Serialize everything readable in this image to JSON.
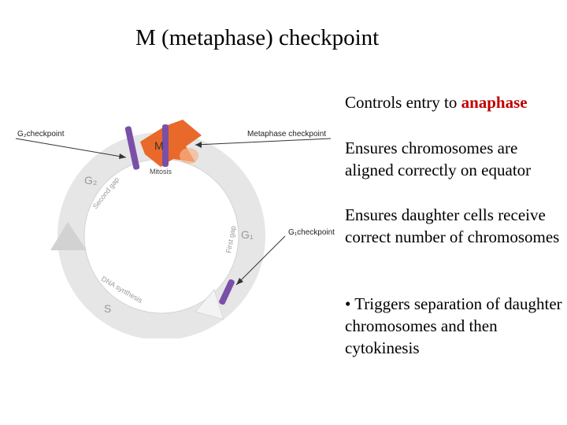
{
  "slide": {
    "title": "M (metaphase) checkpoint"
  },
  "bullets": {
    "b1_prefix": "Controls entry to ",
    "b1_highlight": "anaphase",
    "b2": "Ensures chromosomes are aligned correctly on equator",
    "b3": "Ensures daughter cells receive correct number of chromosomes",
    "b4": "• Triggers separation of daughter chromosomes and then cytokinesis"
  },
  "diagram": {
    "g2_checkpoint": "G₂checkpoint",
    "metaphase_checkpoint": "Metaphase checkpoint",
    "g1_checkpoint": "G₁checkpoint",
    "m_label": "M",
    "mitosis_label": "Mitosis",
    "g2_label": "G₂",
    "second_gap": "Second gap",
    "first_gap": "First gap",
    "g1_label": "G₁",
    "dna_synthesis": "DNA synthesis",
    "s_label": "S",
    "colors": {
      "mitosis_arrow": "#e8692a",
      "checkpoint_bar": "#7a4fa8",
      "cycle_ring": "#e4e4e4",
      "highlight_text": "#c00000"
    }
  }
}
